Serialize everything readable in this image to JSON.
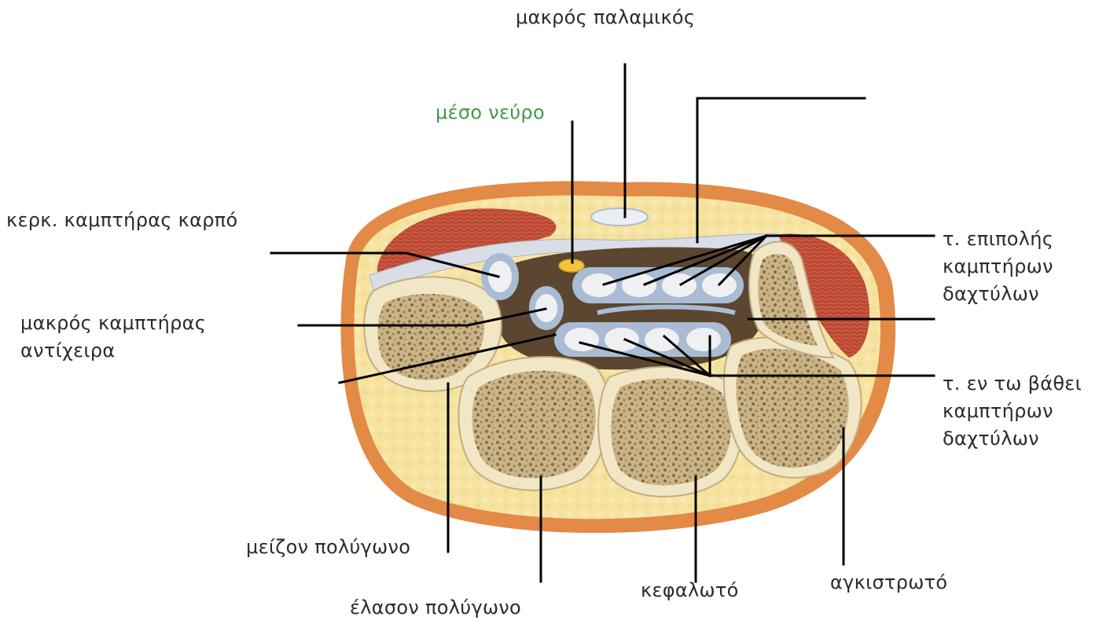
{
  "labels": {
    "palmaris_longus": "μακρός παλαμικός",
    "median_nerve": "μέσο νεύρο",
    "fcr": "κερκ. καμπτήρας καρπό",
    "fpl_line1": "μακρός καμπτήρας",
    "fpl_line2": "αντίχειρα",
    "fds_line1": "τ. επιπολής",
    "fds_line2": "καμπτήρων",
    "fds_line3": "δαχτύλων",
    "fdp_line1": "τ. εν τω βάθει",
    "fdp_line2": "καμπτήρων",
    "fdp_line3": "δαχτύλων",
    "trapezium": "μείζον πολύγωνο",
    "trapezoid": "έλασον πολύγωνο",
    "capitate": "κεφαλωτό",
    "hamate": "αγκιστρωτό"
  },
  "colors": {
    "skin": "#e28a46",
    "fat": "#f6e4a2",
    "muscle": "#c8553e",
    "bone_cortex": "#f1e6c6",
    "bone_marrow": "#b39a6e",
    "tunnel": "#5c4630",
    "tendon": "#f0f0f3",
    "sheath": "#a9bcd4",
    "nerve": "#f2c53c",
    "leader": "#000000",
    "median_nerve_label": "#3f9b4a"
  }
}
